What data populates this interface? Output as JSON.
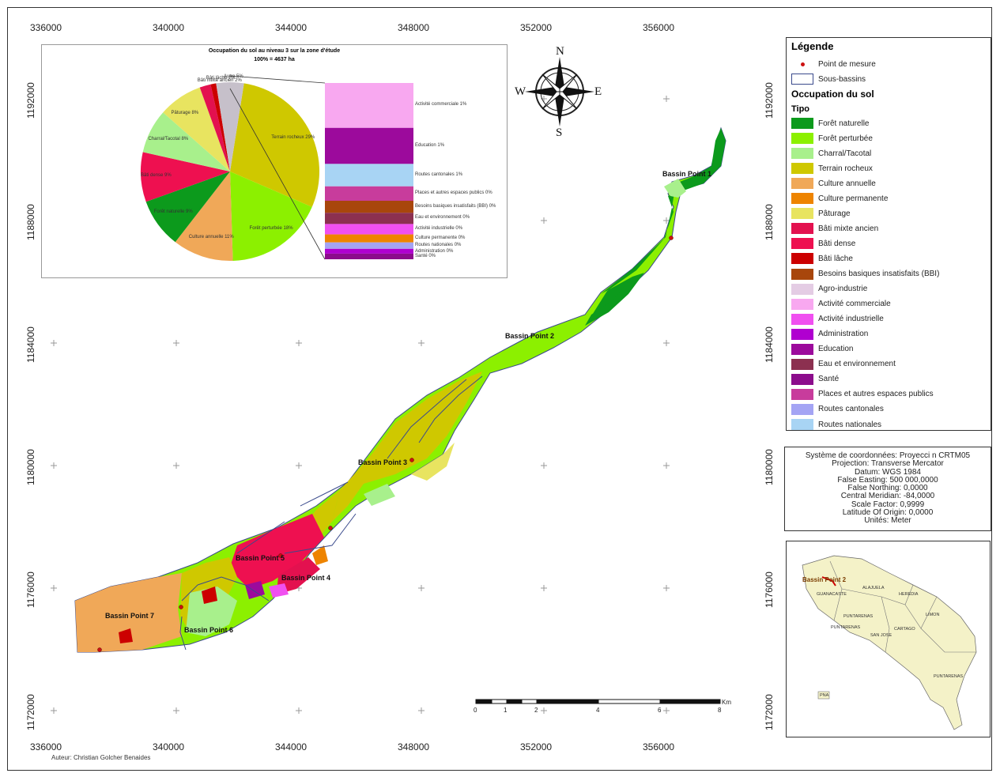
{
  "map": {
    "easting_labels": [
      "336000",
      "340000",
      "344000",
      "348000",
      "352000",
      "356000"
    ],
    "northing_labels": [
      "1192000",
      "1188000",
      "1184000",
      "1180000",
      "1176000",
      "1172000"
    ],
    "basin_labels": [
      "Bassin Point 1",
      "Bassin Point 2",
      "Bassin Point 3",
      "Bassin Point 4",
      "Bassin Point 5",
      "Bassin Point 6",
      "Bassin Point 7"
    ],
    "north_arrow": {
      "n": "N",
      "s": "S",
      "e": "E",
      "w": "W"
    },
    "scale_bar": {
      "labels": [
        "0",
        "1",
        "2",
        "4",
        "6",
        "8"
      ],
      "unit": "Km"
    }
  },
  "pie": {
    "title": "Occupation du sol au niveau 3 sur la zone d'étude",
    "subtitle": "100% = 4637 ha",
    "slices": [
      {
        "label": "Terrain rocheux 29%",
        "value": 29,
        "color": "#cfc800"
      },
      {
        "label": "Forêt perturbée 18%",
        "value": 18,
        "color": "#8cf000"
      },
      {
        "label": "Culture annuelle 11%",
        "value": 11,
        "color": "#f0a858"
      },
      {
        "label": "Forêt naturelle 9%",
        "value": 9,
        "color": "#0c9a1c"
      },
      {
        "label": "Bâti dense 9%",
        "value": 9,
        "color": "#ee1050"
      },
      {
        "label": "Charral/Tacotal 8%",
        "value": 8,
        "color": "#a8f08c"
      },
      {
        "label": "Pâturage 8%",
        "value": 8,
        "color": "#e8e460"
      },
      {
        "label": "Bâti mixte ancien 2%",
        "value": 2,
        "color": "#e3114f"
      },
      {
        "label": "Bâti lâche 1%",
        "value": 1,
        "color": "#cc0000"
      },
      {
        "label": "Autre 5%",
        "value": 5,
        "color": "#c6c0ca"
      }
    ],
    "bar": [
      {
        "label": "Activité commerciale 1%",
        "value": 1.12,
        "color": "#f8a8f0"
      },
      {
        "label": "Education 1%",
        "value": 0.9,
        "color": "#9c0a9c"
      },
      {
        "label": "Routes cantonales 1%",
        "value": 0.56,
        "color": "#a8d4f4"
      },
      {
        "label": "Places et autres espaces publics 0%",
        "value": 0.36,
        "color": "#c83c9c"
      },
      {
        "label": "Besoins basiques insatisfaits (BBI) 0%",
        "value": 0.3,
        "color": "#a8460c"
      },
      {
        "label": "Eau et environnement 0%",
        "value": 0.28,
        "color": "#8c3050"
      },
      {
        "label": "Activité industrielle 0%",
        "value": 0.26,
        "color": "#f050f0"
      },
      {
        "label": "Culture permanente 0%",
        "value": 0.2,
        "color": "#ee8400"
      },
      {
        "label": "Routes nationales 0%",
        "value": 0.16,
        "color": "#a4a4f4"
      },
      {
        "label": "Administration 0%",
        "value": 0.12,
        "color": "#b000d0"
      },
      {
        "label": "Santé 0%",
        "value": 0.14,
        "color": "#8c0c8c"
      }
    ]
  },
  "legend": {
    "title": "Légende",
    "point_label": "Point de mesure",
    "basin_label": "Sous-bassins",
    "section_title": "Occupation du sol",
    "field_title": "Tipo",
    "items": [
      {
        "label": "Forêt naturelle",
        "color": "#0c9a1c"
      },
      {
        "label": "Forêt perturbée",
        "color": "#8cf000"
      },
      {
        "label": "Charral/Tacotal",
        "color": "#a8f08c"
      },
      {
        "label": "Terrain rocheux",
        "color": "#cfc800"
      },
      {
        "label": "Culture annuelle",
        "color": "#f0a858"
      },
      {
        "label": "Culture permanente",
        "color": "#ee8400"
      },
      {
        "label": "Pâturage",
        "color": "#e8e460"
      },
      {
        "label": "Bâti mixte ancien",
        "color": "#e3114f"
      },
      {
        "label": "Bâti dense",
        "color": "#ee1050"
      },
      {
        "label": "Bâti lâche",
        "color": "#cc0000"
      },
      {
        "label": "Besoins basiques insatisfaits (BBI)",
        "color": "#a8460c"
      },
      {
        "label": "Agro-industrie",
        "color": "#e4cce4"
      },
      {
        "label": "Activité commerciale",
        "color": "#f8a8f0"
      },
      {
        "label": "Activité industrielle",
        "color": "#f050f0"
      },
      {
        "label": "Administration",
        "color": "#b000d0"
      },
      {
        "label": "Education",
        "color": "#9c0a9c"
      },
      {
        "label": "Eau et environnement",
        "color": "#8c3050"
      },
      {
        "label": "Santé",
        "color": "#8c0c8c"
      },
      {
        "label": "Places et autres espaces publics",
        "color": "#c83c9c"
      },
      {
        "label": "Routes cantonales",
        "color": "#a4a4f4"
      },
      {
        "label": "Routes nationales",
        "color": "#a8d4f4"
      }
    ]
  },
  "coords": [
    "Système de coordonnées: Proyecci n CRTM05",
    "Projection: Transverse Mercator",
    "Datum: WGS 1984",
    "False Easting: 500 000,0000",
    "False Northing: 0,0000",
    "Central Meridian: -84,0000",
    "Scale Factor: 0,9999",
    "Latitude Of Origin: 0,0000",
    "Unités: Meter"
  ],
  "inset": {
    "highlight": "Bassin Point 2",
    "provinces": [
      "GUANACASTE",
      "ALAJUELA",
      "HEREDIA",
      "PUNTARENAS",
      "PUNTARENAS",
      "SAN JOSE",
      "CARTAGO",
      "LIMON",
      "PUNTARENAS"
    ],
    "tag": "PNA"
  },
  "author": "Auteur: Christian Golcher Benaides"
}
